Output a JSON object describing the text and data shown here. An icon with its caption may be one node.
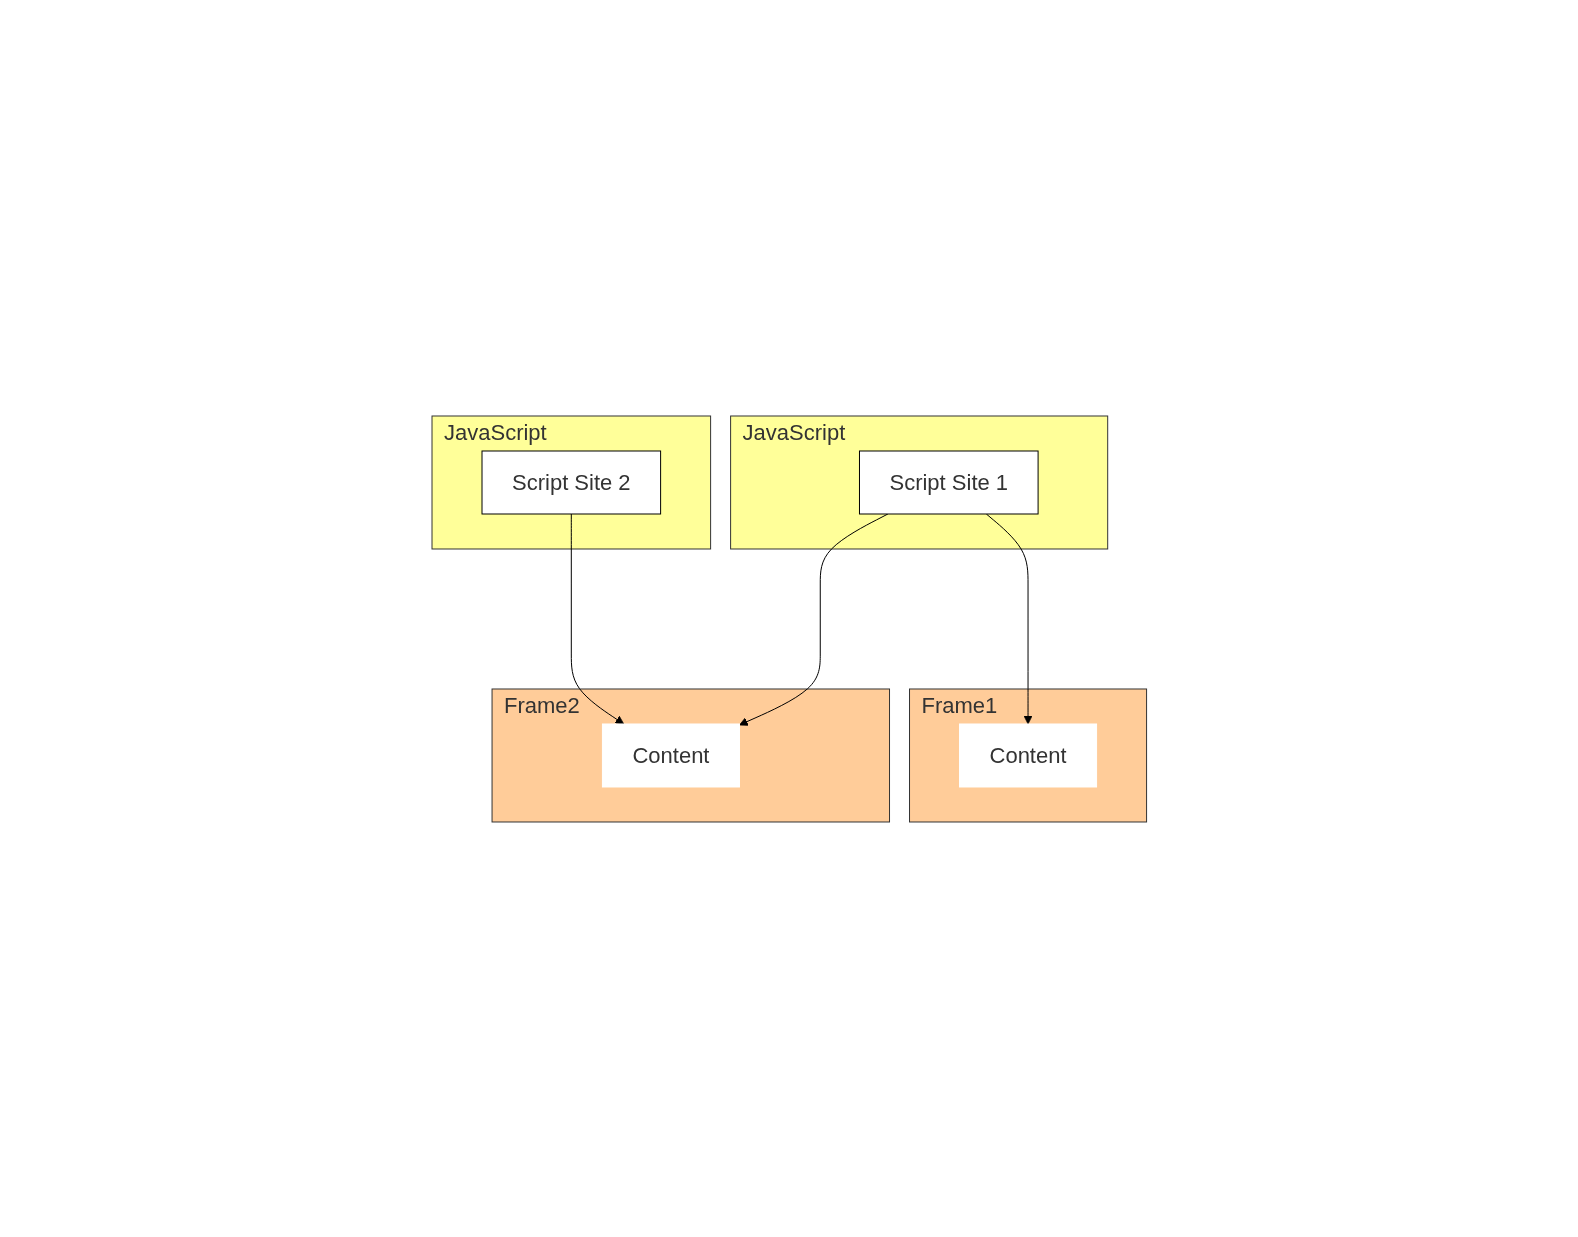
{
  "diagram": {
    "nodes": [
      {
        "text": [
          "JavaScript"
        ]
      },
      {
        "text": [
          "Script Site 1"
        ],
        "in": 0
      },
      {
        "text": [
          "JavaScript"
        ]
      },
      {
        "text": [
          "Script Site 2"
        ],
        "in": 2
      },
      {
        "text": [
          "Frame1"
        ]
      },
      {
        "text": [
          "Content"
        ],
        "in": 4
      },
      {
        "text": [
          "Frame2"
        ]
      },
      {
        "text": [
          "Content"
        ],
        "in": 6
      }
    ],
    "edges": [
      {
        "from": 1,
        "to": 5,
        "arrow": "to"
      },
      {
        "from": 1,
        "to": 7,
        "arrow": "to"
      },
      {
        "from": 3,
        "to": 7,
        "arrow": "to"
      }
    ]
  }
}
